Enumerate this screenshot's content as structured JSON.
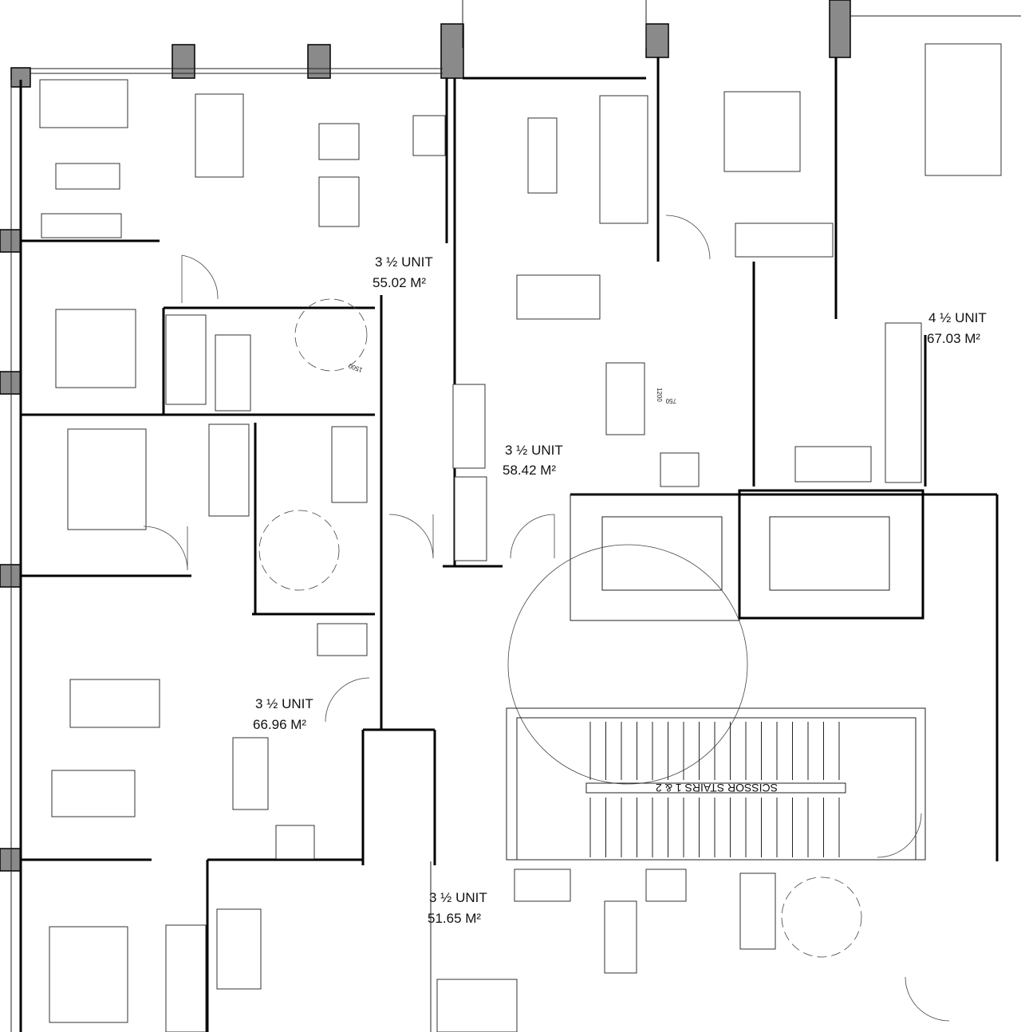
{
  "units": [
    {
      "type": "3 ½ UNIT",
      "area": "55.02 M²"
    },
    {
      "type": "3 ½ UNIT",
      "area": "58.42 M²"
    },
    {
      "type": "4 ½ UNIT",
      "area": "67.03 M²"
    },
    {
      "type": "3 ½ UNIT",
      "area": "66.96 M²"
    },
    {
      "type": "3 ½ UNIT",
      "area": "51.65 M²"
    }
  ],
  "stairs": {
    "label": "SCISSOR STAIRS 1 & 2"
  },
  "dimensions": {
    "a": "750",
    "b": "1200",
    "c": "1500"
  },
  "colors": {
    "column": "#8a8a8a",
    "wall": "#000000"
  }
}
